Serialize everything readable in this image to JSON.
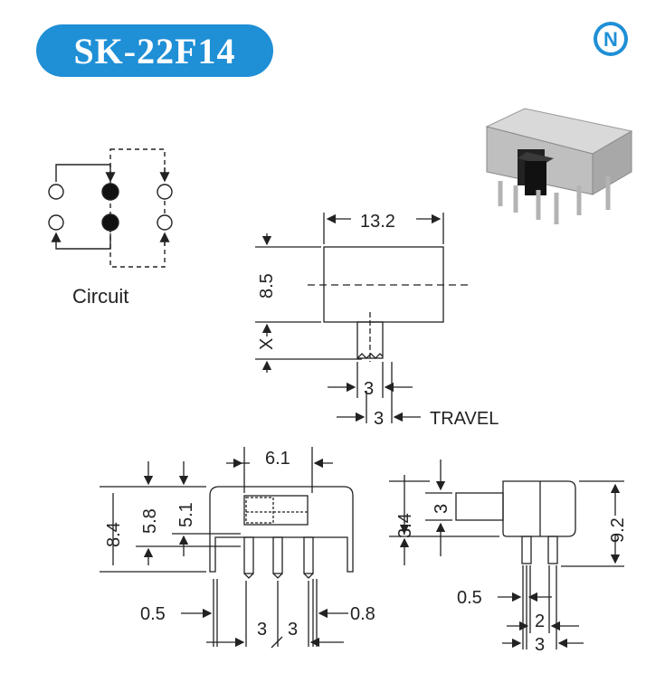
{
  "header": {
    "model": "SK-22F14",
    "brand_letter": "N",
    "brand_color": "#1f8fd6"
  },
  "circuit": {
    "label": "Circuit"
  },
  "top_view": {
    "width": "13.2",
    "height": "8.5",
    "x_label": "X",
    "lever": "3",
    "travel": "3",
    "travel_label": "TRAVEL"
  },
  "front_view": {
    "top_width": "6.1",
    "h_total": "8.4",
    "h_mid": "5.8",
    "h_inner": "5.1",
    "pin_thick": "0.5",
    "pin_width": "0.8",
    "pitch_1": "3",
    "pitch_2": "3"
  },
  "side_view": {
    "lever_h": "3",
    "lever_offset": "3.4",
    "height": "9.2",
    "pin_thick": "0.5",
    "pin_gap": "2",
    "pin_span": "3"
  },
  "colors": {
    "line": "#222222"
  }
}
